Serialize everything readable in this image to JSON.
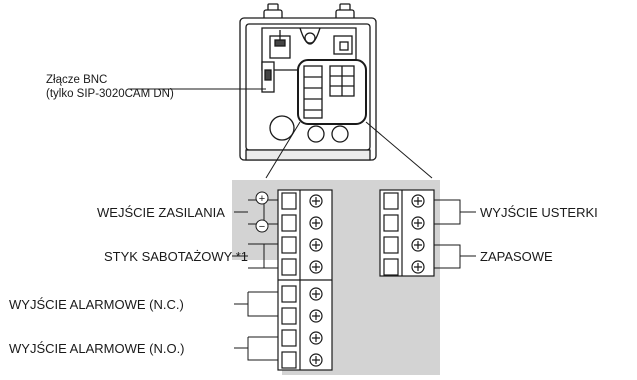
{
  "labels": {
    "bnc_line1": "Złącze BNC",
    "bnc_line2": "(tylko SIP-3020CAM DN)",
    "power_input": "WEJŚCIE ZASILANIA",
    "tamper": "STYK SABOTAŻOWY *1",
    "alarm_nc": "WYJŚCIE ALARMOWE (N.C.)",
    "alarm_no": "WYJŚCIE ALARMOWE (N.O.)",
    "fault_output": "WYJŚCIE USTERKI",
    "spare": "ZAPASOWE"
  },
  "symbols": {
    "plus": "+",
    "minus": "−"
  },
  "colors": {
    "panel_gray": "#d3d3d3",
    "line": "#1a1a1a",
    "device_fill": "#ffffff"
  }
}
